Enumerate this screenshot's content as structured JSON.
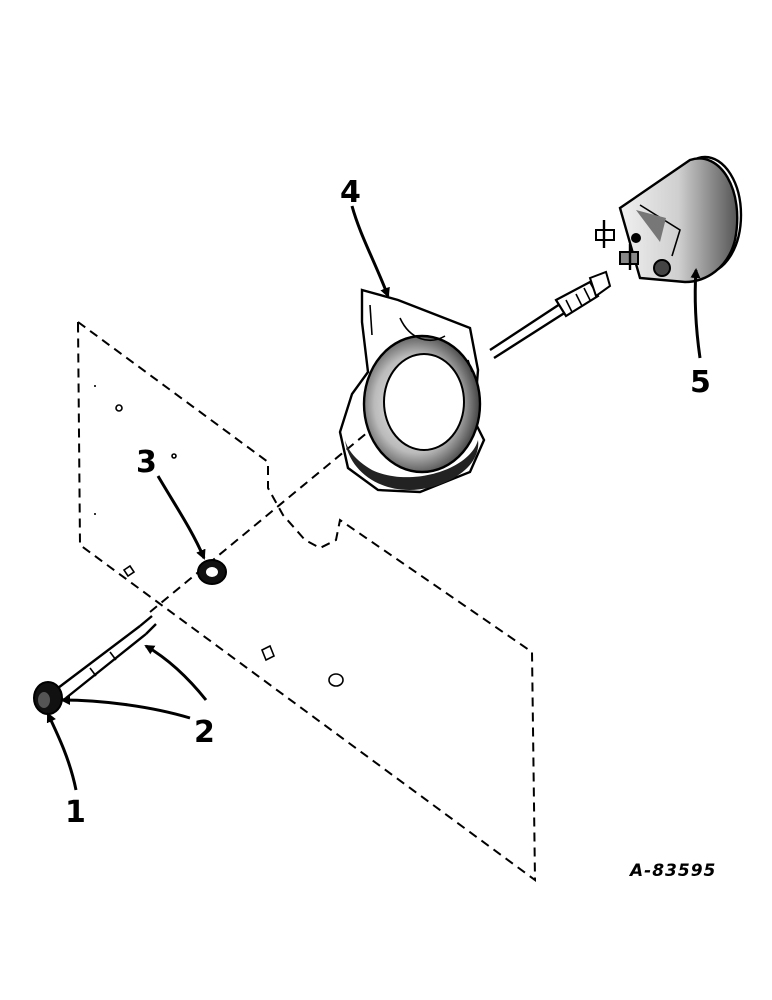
{
  "diagram": {
    "callouts": [
      {
        "id": "1",
        "label": "1"
      },
      {
        "id": "2",
        "label": "2"
      },
      {
        "id": "3",
        "label": "3"
      },
      {
        "id": "4",
        "label": "4"
      },
      {
        "id": "5",
        "label": "5"
      }
    ],
    "figure_ref": "A-83595"
  },
  "colors": {
    "ink": "#000000",
    "paper": "#ffffff"
  }
}
